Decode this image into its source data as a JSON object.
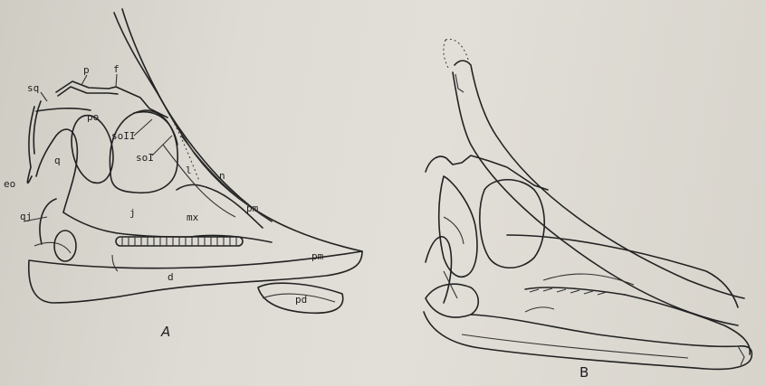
{
  "figure_a": {
    "panel_label": "A",
    "labels": {
      "sq": "sq",
      "p": "p",
      "f": "f",
      "po": "po",
      "soII": "soII",
      "soI": "soI",
      "eo": "eo",
      "q": "q",
      "l": "l",
      "n": "n",
      "qj": "qj",
      "j": "j",
      "mx": "mx",
      "pm_upper": "pm",
      "pm_lower": "pm",
      "d": "d",
      "pd": "pd"
    }
  },
  "figure_b": {
    "panel_label": "B"
  }
}
